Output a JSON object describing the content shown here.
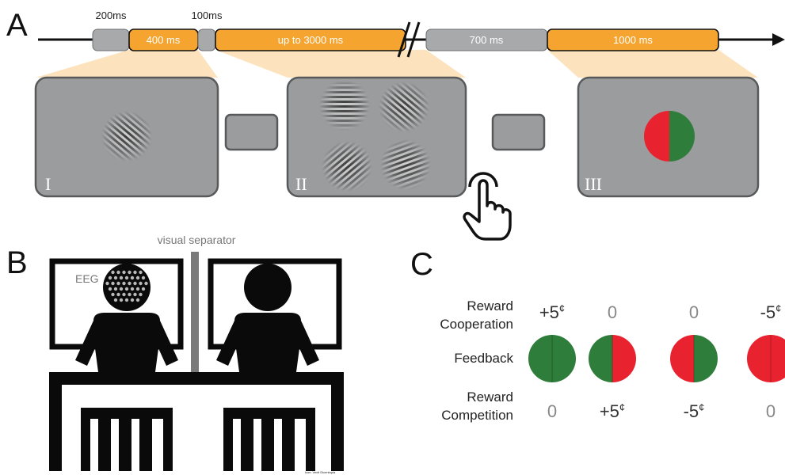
{
  "panel_a": {
    "letter": "A",
    "timeline": [
      {
        "id": "fix1",
        "color": "gray",
        "label": "",
        "top_label": "200ms"
      },
      {
        "id": "stim1",
        "color": "orange",
        "label": "400 ms",
        "top_label": ""
      },
      {
        "id": "fix2",
        "color": "gray",
        "label": "",
        "top_label": "100ms"
      },
      {
        "id": "choice",
        "color": "orange",
        "label": "up to 3000 ms",
        "top_label": ""
      },
      {
        "id": "delay",
        "color": "gray",
        "label": "700 ms",
        "top_label": ""
      },
      {
        "id": "feedback",
        "color": "orange",
        "label": "1000 ms",
        "top_label": ""
      }
    ],
    "screens": [
      {
        "id": "screen-1",
        "numeral": "I"
      },
      {
        "id": "screen-2",
        "numeral": "II"
      },
      {
        "id": "screen-3",
        "numeral": "III"
      }
    ]
  },
  "panel_b": {
    "letter": "B",
    "separator_label": "visual separator",
    "eeg_label": "EEG",
    "credit": "Icon: Vecti Dicentopia"
  },
  "panel_c": {
    "letter": "C",
    "row_labels": {
      "cooperation_line1": "Reward",
      "cooperation_line2": "Cooperation",
      "feedback": "Feedback",
      "competition_line1": "Reward",
      "competition_line2": "Competition"
    },
    "columns": [
      {
        "cooperation": "+5",
        "cooperation_unit": "¢",
        "competition": "0",
        "competition_unit": "",
        "left": "green",
        "right": "green"
      },
      {
        "cooperation": "0",
        "cooperation_unit": "",
        "competition": "+5",
        "competition_unit": "¢",
        "left": "green",
        "right": "red"
      },
      {
        "cooperation": "0",
        "cooperation_unit": "",
        "competition": "-5",
        "competition_unit": "¢",
        "left": "red",
        "right": "green"
      },
      {
        "cooperation": "-5",
        "cooperation_unit": "¢",
        "competition": "0",
        "competition_unit": "",
        "left": "red",
        "right": "red"
      }
    ]
  },
  "colors": {
    "orange": "#F5A430",
    "gray": "#A7A9AB",
    "screen_gray": "#9B9C9E",
    "wedge": "#FCE3BE",
    "green": "#2E7D3A",
    "red": "#E8222E",
    "black": "#0a0a0a",
    "separator": "#7a7a7a"
  }
}
